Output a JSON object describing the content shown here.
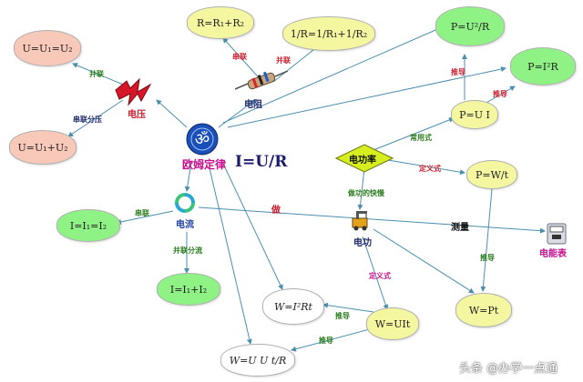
{
  "formulas": {
    "u_parallel": "U=U₁=U₂",
    "u_series": "U=U₁+U₂",
    "r_series": "R=R₁+R₂",
    "r_parallel": "1/R=1/R₁+1/R₂",
    "p_u2r": "P=U²/R",
    "p_i2r": "P=I²R",
    "p_ui": "P=U I",
    "p_wt": "P=W/t",
    "i_series": "I=I₁=I₂",
    "i_parallel": "I=I₁+I₂",
    "w_i2rt": "W=I²Rt",
    "w_uit": "W=UIt",
    "w_pt": "W=Pt",
    "w_u2tr": "W=U U t/R"
  },
  "nodes": {
    "voltage": "电压",
    "resistance": "电阻",
    "ohm_law_cn": "欧姆定律",
    "ohm_law": "I=U/R",
    "current": "电流",
    "power": "电功率",
    "work": "电功",
    "meter": "电能表"
  },
  "edge_labels": {
    "parallel": "并联",
    "series_divide_voltage": "串联分压",
    "series_r": "串联",
    "parallel_r": "并联",
    "derive_u2r": "推导",
    "derive_i2r": "推导",
    "common": "常用式",
    "definition_p": "定义式",
    "work_speed": "做功的快慢",
    "series_i": "串联",
    "parallel_divide_current": "并联分流",
    "do_work": "做",
    "measure": "测量",
    "definition_w": "定义式",
    "derive_wt": "推导",
    "derive_i2rt": "推导",
    "derive_u2tr": "推导"
  },
  "watermark": "头条 @办学一点通",
  "icons": [
    "voltage-lightning-icon",
    "resistor-icon",
    "om-symbol-icon",
    "current-cycle-icon",
    "work-crane-icon",
    "energy-meter-icon",
    "power-diamond-icon"
  ],
  "colors": {
    "pink": "#f8c9b8",
    "yellow": "#f4f7a0",
    "green": "#8ff285",
    "diamond": "#d7ee1e",
    "edge": "#4b8fb0"
  }
}
